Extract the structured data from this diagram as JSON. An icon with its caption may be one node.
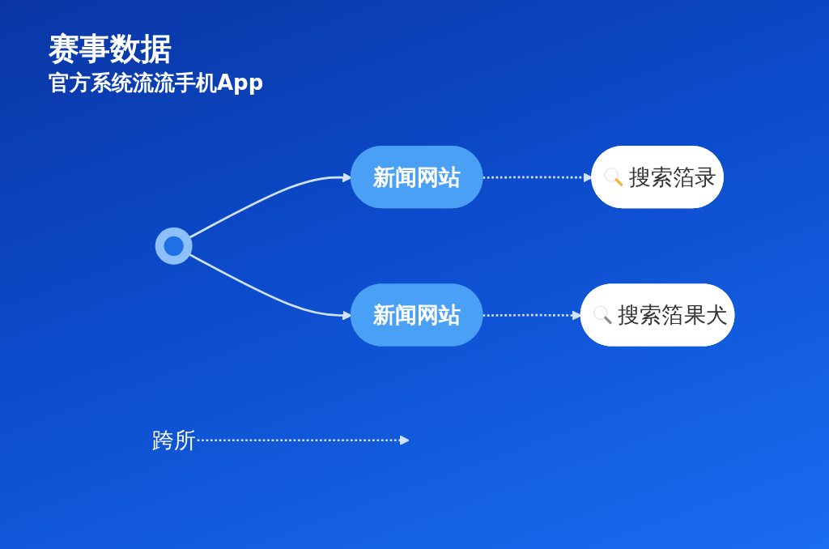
{
  "diagram": {
    "title": "赛事数据",
    "nodes": [
      {
        "text": [],
        "shape": "circle"
      },
      {
        "text": [
          "新闻网站"
        ]
      },
      {
        "text": [
          "搜索箔录"
        ]
      },
      {
        "text": [
          "新闻网站"
        ]
      },
      {
        "text": [
          "搜索箔果犬"
        ]
      },
      {
        "text": [
          "跨所"
        ]
      }
    ],
    "edges": [
      {
        "from": 0,
        "to": 1,
        "arrow": "to"
      },
      {
        "from": 0,
        "to": 3,
        "arrow": "to"
      },
      {
        "from": 1,
        "to": 2,
        "arrow": "to",
        "style": "dashed"
      },
      {
        "from": 3,
        "to": 4,
        "arrow": "to",
        "style": "dashed"
      },
      {
        "from": 5,
        "to": null,
        "arrow": "to",
        "style": "dashed"
      }
    ],
    "labels": [
      "官方系统流流手机App"
    ]
  }
}
